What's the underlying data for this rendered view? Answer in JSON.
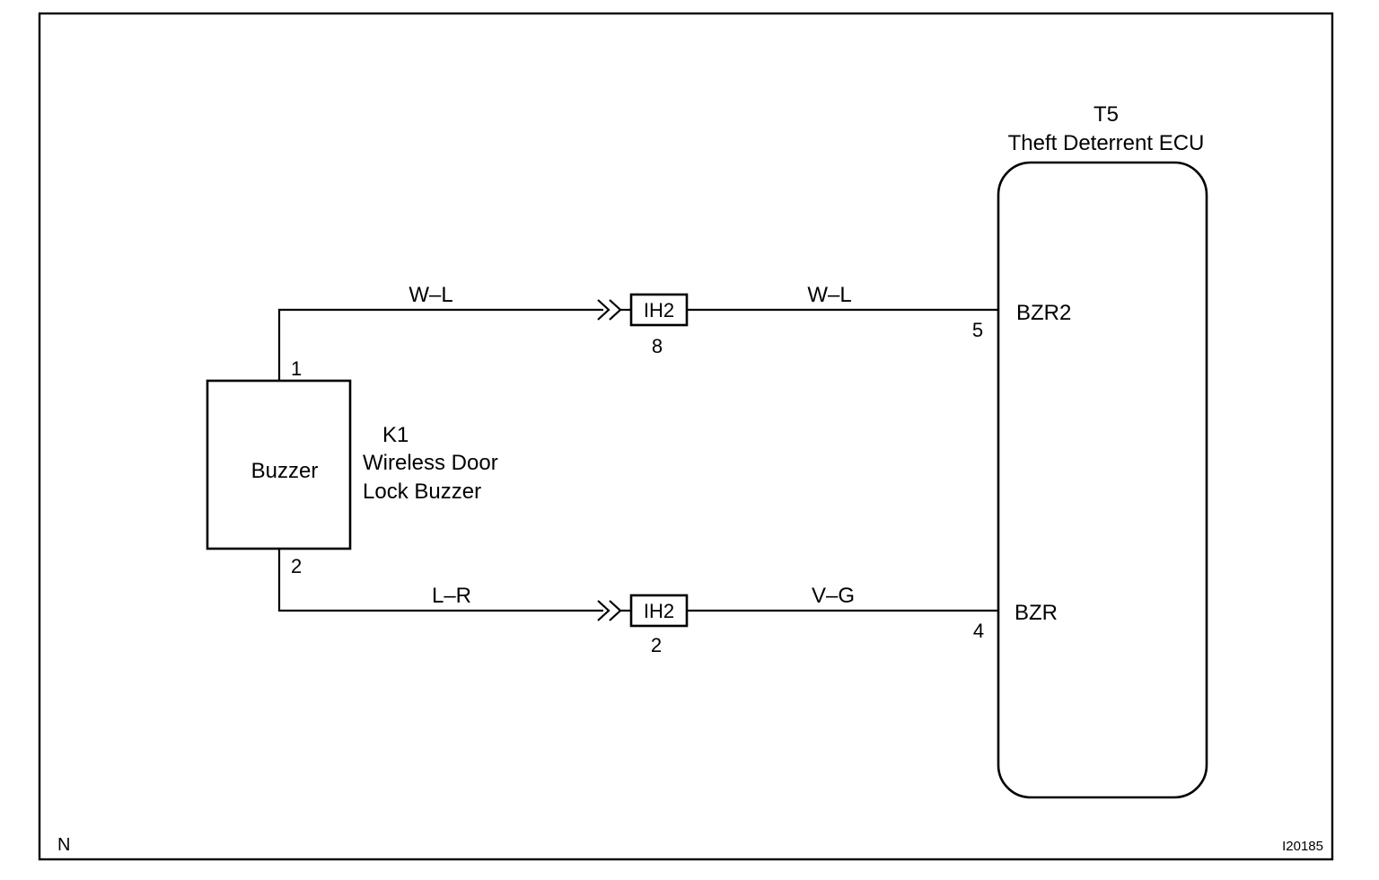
{
  "buzzer": {
    "inner_label": "Buzzer",
    "code": "K1",
    "name_line1": "Wireless Door",
    "name_line2": "Lock Buzzer",
    "pin_top": "1",
    "pin_bottom": "2"
  },
  "ecu": {
    "code": "T5",
    "name": "Theft Deterrent ECU",
    "pin_upper_name": "BZR2",
    "pin_upper_number": "5",
    "pin_lower_name": "BZR",
    "pin_lower_number": "4"
  },
  "wires": {
    "upper_left_color": "W–L",
    "upper_right_color": "W–L",
    "lower_left_color": "L–R",
    "lower_right_color": "V–G"
  },
  "connectors": {
    "upper_label": "IH2",
    "upper_pin": "8",
    "lower_label": "IH2",
    "lower_pin": "2"
  },
  "corner": {
    "left": "N",
    "right": "I20185"
  }
}
